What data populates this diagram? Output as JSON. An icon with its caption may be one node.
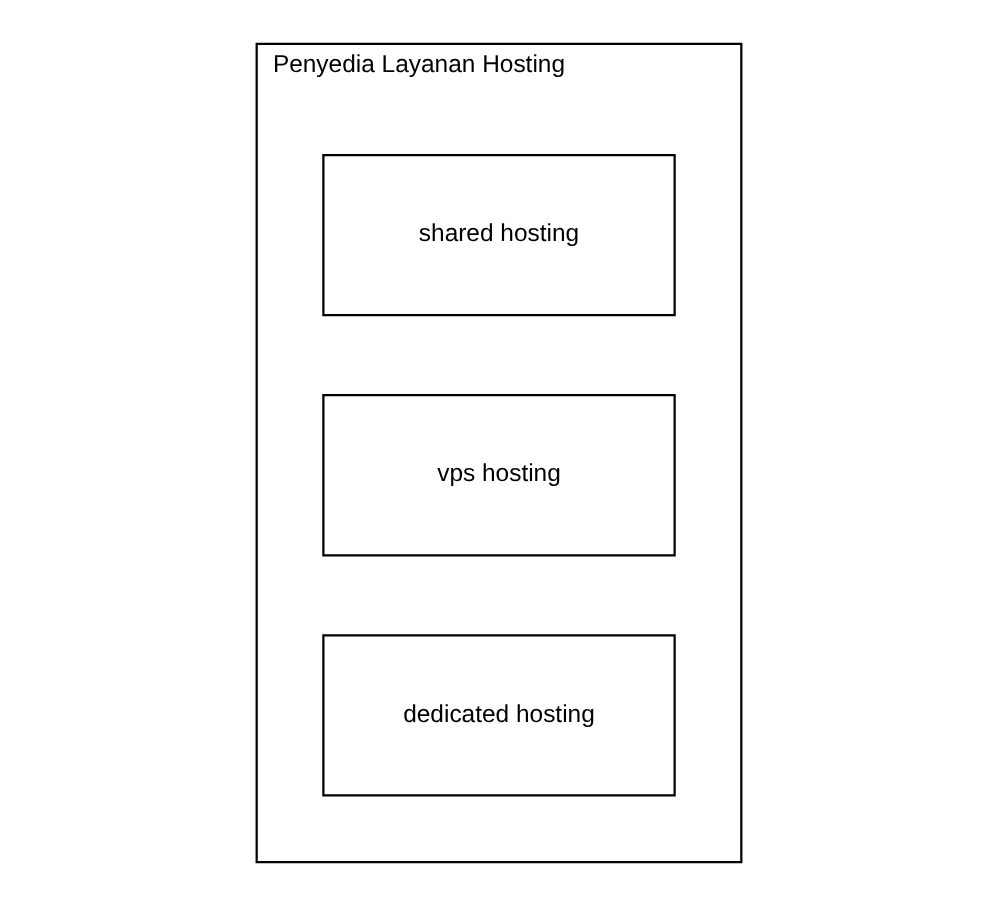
{
  "diagram": {
    "nodes": [
      {
        "text": [
          "Penyedia Layanan Hosting"
        ]
      },
      {
        "text": [
          "shared hosting"
        ],
        "in": 0
      },
      {
        "text": [
          "vps hosting"
        ],
        "in": 0
      },
      {
        "text": [
          "dedicated hosting"
        ],
        "in": 0
      }
    ]
  }
}
